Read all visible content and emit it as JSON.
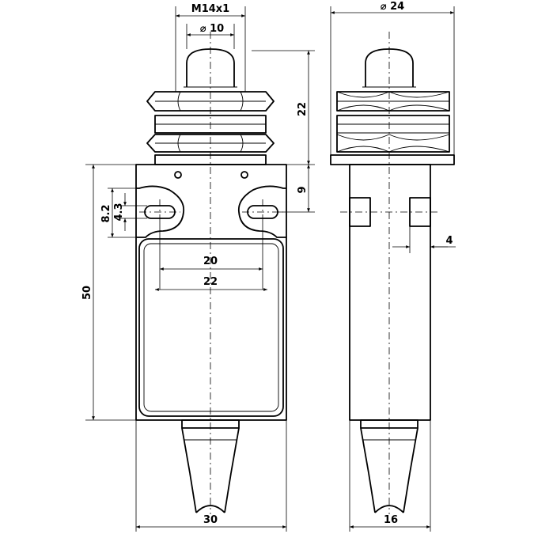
{
  "dimensions": {
    "thread": "M14x1",
    "plunger_dia": "⌀ 10",
    "body_dia": "⌀ 24",
    "height_top": "22",
    "height_hole": "9",
    "hole_spacing_outer": "8.2",
    "hole_dia": "4.3",
    "hole_center_inner": "20",
    "hole_center_outer": "22",
    "total_height": "50",
    "width_front": "30",
    "width_side": "16",
    "side_offset": "4"
  }
}
